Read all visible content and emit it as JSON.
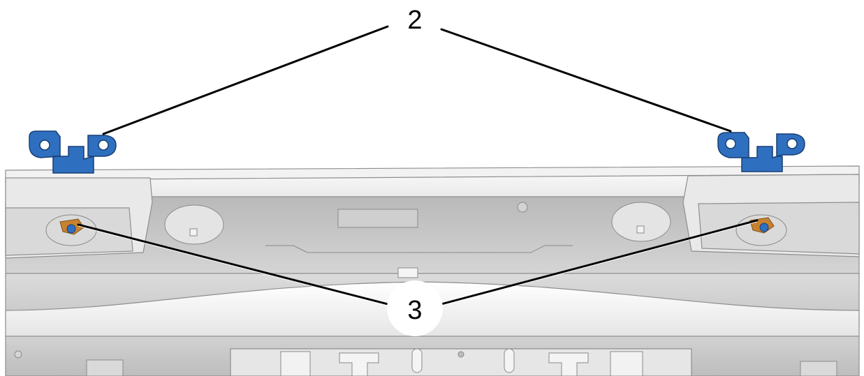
{
  "callouts": {
    "hinge_label": "2",
    "fastener_label": "3"
  },
  "parts": {
    "left_hinge": "hinge-bracket",
    "right_hinge": "hinge-bracket",
    "left_fastener": "nut-fastener",
    "right_fastener": "nut-fastener",
    "panel": "rear-body-panel"
  },
  "colors": {
    "hinge_blue": "#2f6fc0",
    "fastener_orange": "#c8822f",
    "panel_light": "#ececec",
    "panel_mid": "#d3d3d3",
    "panel_dark": "#a9a9a9",
    "leader_line": "#000000"
  }
}
